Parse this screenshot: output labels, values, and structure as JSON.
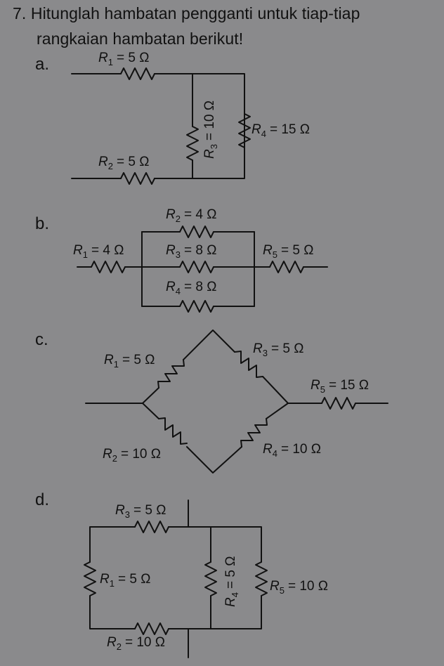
{
  "question": {
    "number": "7.",
    "line1": "Hitunglah hambatan pengganti untuk tiap-tiap",
    "line2": "rangkaian hambatan berikut!"
  },
  "parts": {
    "a": {
      "label": "a.",
      "R1": {
        "sym": "R",
        "sub": "1",
        "val": "= 5 Ω"
      },
      "R2": {
        "sym": "R",
        "sub": "2",
        "val": "= 5 Ω"
      },
      "R3": {
        "sym": "R",
        "sub": "3",
        "val": "= 10 Ω"
      },
      "R4": {
        "sym": "R",
        "sub": "4",
        "val": "= 15 Ω"
      }
    },
    "b": {
      "label": "b.",
      "R1": {
        "sym": "R",
        "sub": "1",
        "val": "= 4 Ω"
      },
      "R2": {
        "sym": "R",
        "sub": "2",
        "val": "= 4 Ω"
      },
      "R3": {
        "sym": "R",
        "sub": "3",
        "val": "= 8 Ω"
      },
      "R4": {
        "sym": "R",
        "sub": "4",
        "val": "= 8 Ω"
      },
      "R5": {
        "sym": "R",
        "sub": "5",
        "val": "= 5 Ω"
      }
    },
    "c": {
      "label": "c.",
      "R1": {
        "sym": "R",
        "sub": "1",
        "val": "= 5 Ω"
      },
      "R2": {
        "sym": "R",
        "sub": "2",
        "val": "= 10 Ω"
      },
      "R3": {
        "sym": "R",
        "sub": "3",
        "val": "= 5 Ω"
      },
      "R4": {
        "sym": "R",
        "sub": "4",
        "val": "= 10 Ω"
      },
      "R5": {
        "sym": "R",
        "sub": "5",
        "val": "= 15 Ω"
      }
    },
    "d": {
      "label": "d.",
      "R1": {
        "sym": "R",
        "sub": "1",
        "val": "= 5 Ω"
      },
      "R2": {
        "sym": "R",
        "sub": "2",
        "val": "= 10 Ω"
      },
      "R3": {
        "sym": "R",
        "sub": "3",
        "val": "= 5 Ω"
      },
      "R4": {
        "sym": "R",
        "sub": "4",
        "val": "= 5 Ω"
      },
      "R5": {
        "sym": "R",
        "sub": "5",
        "val": "= 10 Ω"
      }
    }
  }
}
